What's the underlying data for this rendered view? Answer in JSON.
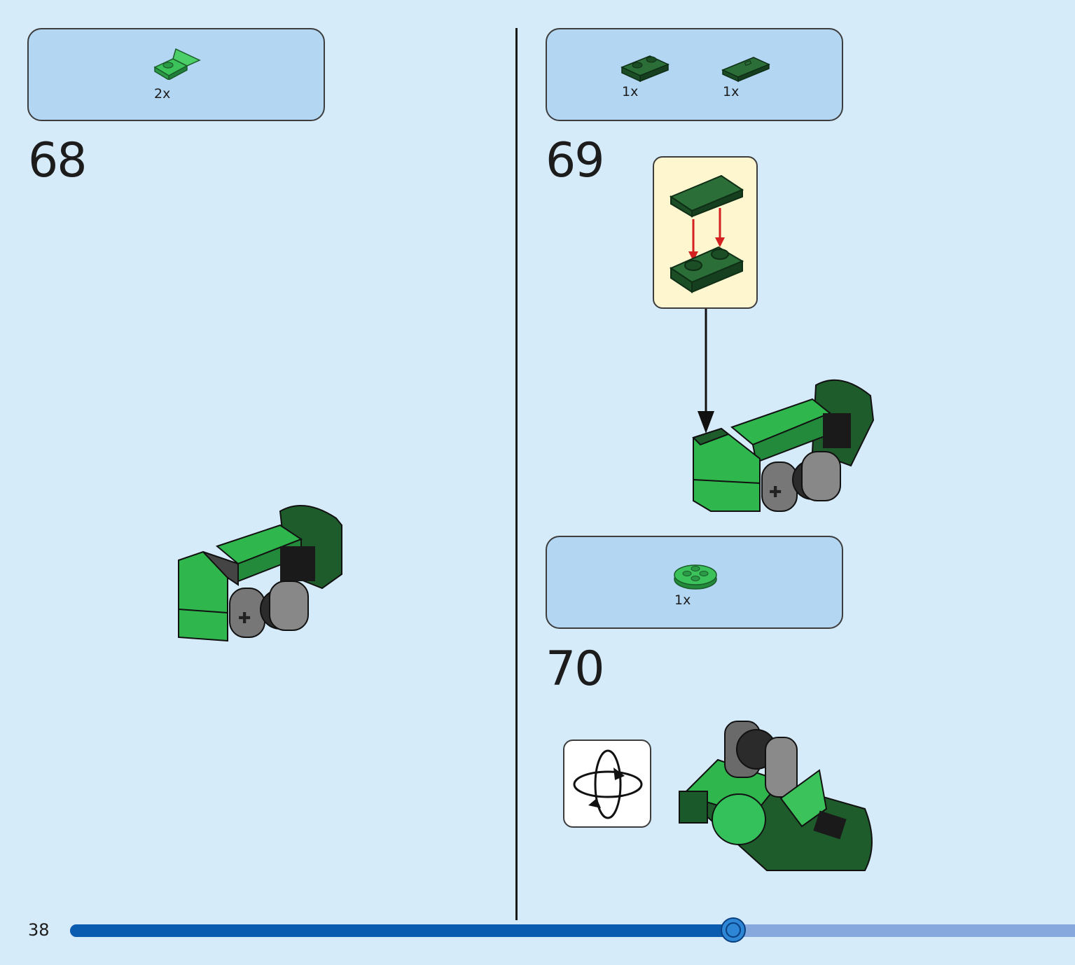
{
  "steps": [
    {
      "number": "68",
      "parts": [
        {
          "name": "green-bracket-plate",
          "qty": "2x"
        }
      ]
    },
    {
      "number": "69",
      "parts": [
        {
          "name": "dark-green-plate-1x2",
          "qty": "1x"
        },
        {
          "name": "dark-green-tile-1x2-grooved",
          "qty": "1x"
        }
      ]
    },
    {
      "number": "70",
      "parts": [
        {
          "name": "green-round-plate-2x2",
          "qty": "1x"
        }
      ]
    }
  ],
  "footer": {
    "page_number": "38",
    "progress_fraction": 0.66
  },
  "colors": {
    "background": "#d6ebfa",
    "parts_box": "#b3d6f2",
    "bright_green": "#2fb74d",
    "dark_green": "#1f5c2c",
    "callout": "#fdf6cf",
    "progress": "#0a5cb0"
  },
  "icons": [
    "rotate-model-icon",
    "red-arrow-down",
    "black-arrow-down"
  ]
}
